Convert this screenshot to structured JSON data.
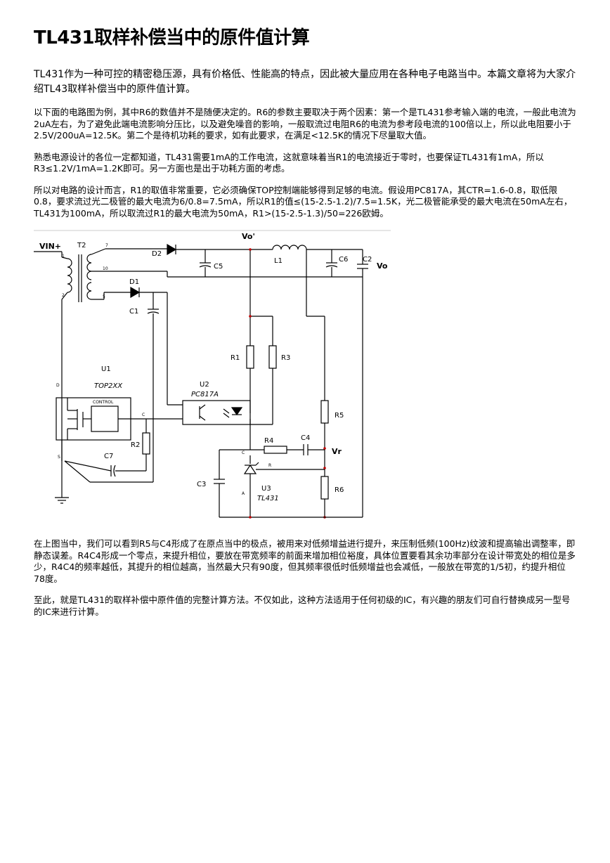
{
  "title": "TL431取样补偿当中的原件值计算",
  "paragraphs": [
    "TL431作为一种可控的精密稳压源，具有价格低、性能高的特点，因此被大量应用在各种电子电路当中。本篇文章将为大家介绍TL43取样补偿当中的原件值计算。",
    "以下面的电路图为例，其中R6的数值并不是随便决定的。R6的参数主要取决于两个因素：第一个是TL431参考输入端的电流，一般此电流为2uA左右，为了避免此端电流影响分压比，以及避免噪音的影响，一般取流过电阻R6的电流为参考段电流的100倍以上，所以此电阻要小于2.5V/200uA=12.5K。第二个是待机功耗的要求，如有此要求，在满足<12.5K的情况下尽量取大值。",
    "熟悉电源设计的各位一定都知道，TL431需要1mA的工作电流，这就意味着当R1的电流接近于零时，也要保证TL431有1mA，所以R3≤1.2V/1mA=1.2K即可。另一方面也是出于功耗方面的考虑。",
    "所以对电路的设计而言，R1的取值非常重要，它必须确保TOP控制端能够得到足够的电流。假设用PC817A，其CTR=1.6-0.8，取低限0.8，要求流过光二极管的最大电流为6/0.8=7.5mA，所以R1的值≤(15-2.5-1.2)/7.5=1.5K，光二极管能承受的最大电流在50mA左右，TL431为100mA，所以取流过R1的最大电流为50mA，R1>(15-2.5-1.3)/50=226欧姆。",
    "在上图当中，我们可以看到R5与C4形成了在原点当中的极点，被用来对低频增益进行提升，来压制低频(100Hz)纹波和提高输出调整率，即静态误差。R4C4形成一个零点，来提升相位，要放在带宽频率的前面来增加相位裕度，具体位置要看其余功率部分在设计带宽处的相位是多少，R4C4的频率越低，其提升的相位越高，当然最大只有90度，但其频率很低时低频增益也会减低，一般放在带宽的1/5初，约提升相位78度。",
    "至此，就是TL431的取样补偿中原件值的完整计算方法。不仅如此，这种方法适用于任何初级的IC，有兴趣的朋友们可自行替换成另一型号的IC来进行计算。"
  ],
  "schematic": {
    "labels": {
      "vin": "VIN+",
      "t2": "T2",
      "pin7": "7",
      "pin1": "1",
      "pin10": "10",
      "pin2": "2",
      "pin5": "5",
      "d2": "D2",
      "vo_top": "Vo'",
      "l1": "L1",
      "c5": "C5",
      "c6": "C6",
      "c2": "C2",
      "vo": "Vo",
      "d1": "D1",
      "c1": "C1",
      "r1": "R1",
      "r3": "R3",
      "u1": "U1",
      "top2xx": "TOP2XX",
      "u2": "U2",
      "pc817a": "PC817A",
      "control": "CONTROL",
      "c_pin": "C",
      "d_pin": "D",
      "s_pin": "S",
      "r5": "R5",
      "r2": "R2",
      "c7": "C7",
      "r4": "R4",
      "c4": "C4",
      "vr": "Vr",
      "r_pin": "R",
      "c3": "C3",
      "u3": "U3",
      "tl431": "TL431",
      "r6": "R6",
      "k_pin": "C",
      "a_pin": "A"
    }
  }
}
